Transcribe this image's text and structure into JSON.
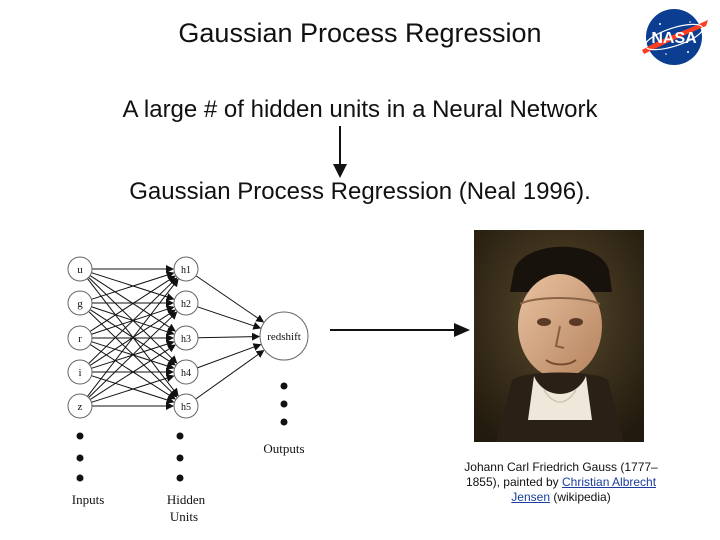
{
  "slide": {
    "title": "Gaussian Process Regression",
    "logo_text": "NASA",
    "line1": "A large # of hidden units in a Neural Network",
    "line2": "Gaussian Process Regression (Neal 1996).",
    "caption": {
      "prefix": "Johann Carl Friedrich Gauss (1777–1855), painted by ",
      "painter": "Christian Albrecht Jensen",
      "suffix": " (wikipedia)"
    }
  },
  "network": {
    "inputs": [
      "u",
      "g",
      "r",
      "i",
      "z"
    ],
    "hidden": [
      "h1",
      "h2",
      "h3",
      "h4",
      "h5"
    ],
    "output": "redshift",
    "labels": {
      "inputs": "Inputs",
      "hidden_line1": "Hidden",
      "hidden_line2": "Units",
      "outputs": "Outputs"
    }
  },
  "colors": {
    "link": "#1a3d9c",
    "nasa_blue": "#0b3d91",
    "nasa_red": "#fc3d21"
  }
}
